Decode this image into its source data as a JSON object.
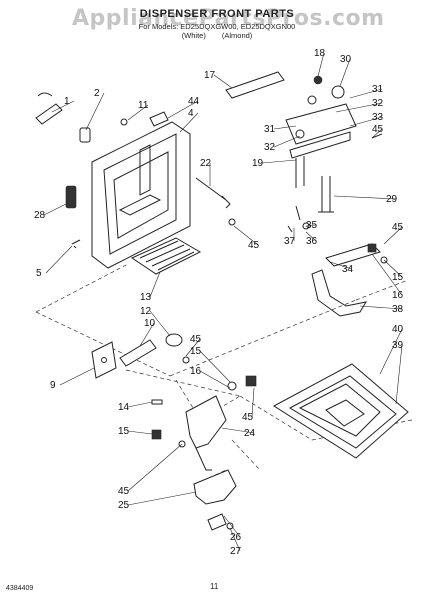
{
  "header": {
    "watermark": "AppliancePartsPros.com",
    "title": "DISPENSER FRONT PARTS",
    "models": "For Models: ED25DQXGW00, ED25DQXGN00",
    "color_white": "(White)",
    "color_almond": "(Almond)"
  },
  "footer": {
    "doc_number": "4384409",
    "page_number": "11"
  },
  "callouts": [
    "1",
    "2",
    "11",
    "44",
    "4",
    "17",
    "18",
    "30",
    "31",
    "32",
    "33",
    "45",
    "31",
    "32",
    "19",
    "22",
    "28",
    "29",
    "5",
    "45",
    "35",
    "37",
    "36",
    "34",
    "45",
    "15",
    "16",
    "13",
    "38",
    "12",
    "10",
    "45",
    "15",
    "9",
    "16",
    "40",
    "39",
    "14",
    "45",
    "24",
    "15",
    "45",
    "25",
    "26",
    "27"
  ]
}
